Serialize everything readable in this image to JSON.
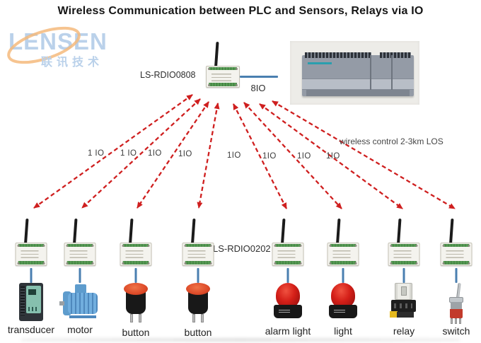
{
  "title": "Wireless Communication between PLC and Sensors, Relays via IO",
  "logo": {
    "brand": "LENSEN",
    "subtitle": "联讯技术"
  },
  "hub": {
    "model_label": "LS-RDIO0808",
    "bus_label": "8IO"
  },
  "remote": {
    "model_label": "LS-RDIO0202"
  },
  "range_note": "wireless control 2-3km LOS",
  "io_labels": [
    "1 IO",
    "1 IO",
    "1IO",
    "1IO",
    "1IO",
    "1IO",
    "1IO",
    "1IO"
  ],
  "devices": [
    "transducer",
    "motor",
    "button",
    "button",
    "alarm light",
    "light",
    "relay",
    "switch"
  ],
  "colors": {
    "arrow": "#cf1f1f",
    "wire": "#4a7fb0",
    "terminal_green": "#569a54",
    "logo_blue": "#a9c6e6",
    "logo_orange": "#f2a85c"
  }
}
